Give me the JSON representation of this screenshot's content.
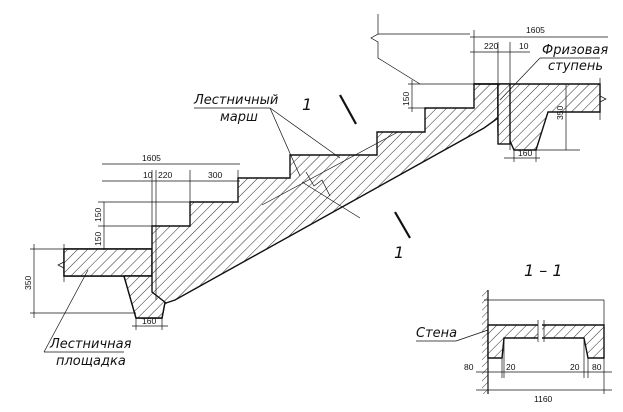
{
  "labels": {
    "march": [
      "Лестничный",
      "марш"
    ],
    "frieze": [
      "Фризовая",
      "ступень"
    ],
    "landing": [
      "Лестничная",
      "площадка"
    ],
    "wall": "Стена",
    "section_mark": "1",
    "section_title": "1 – 1"
  },
  "dims": {
    "total_upper": "1605",
    "total_lower": "1605",
    "tread_300": "300",
    "step_220_lower": "220",
    "step_10_lower": "10",
    "step_220_upper": "220",
    "step_10_upper": "10",
    "rise_150_a": "150",
    "rise_150_b": "150",
    "rise_150_upper": "150",
    "slab_350_lower": "350",
    "slab_350_upper": "350",
    "rib_160_lower": "160",
    "rib_160_upper": "160",
    "sec_80_left": "80",
    "sec_20_left": "20",
    "sec_20_right": "20",
    "sec_80_right": "80",
    "sec_1160": "1160"
  }
}
